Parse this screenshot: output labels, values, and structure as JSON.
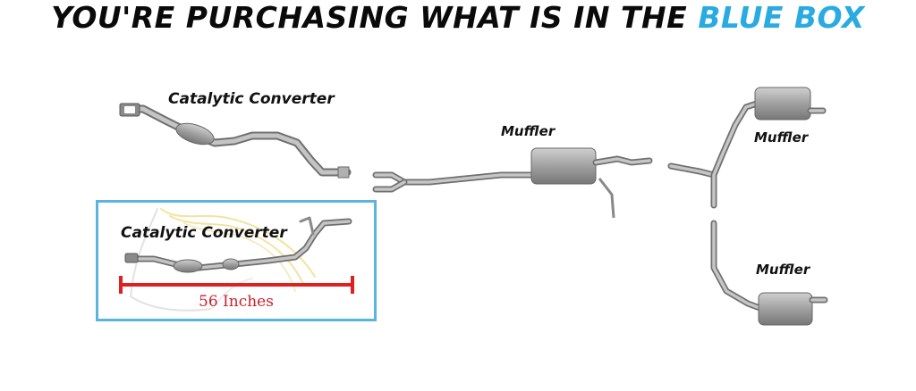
{
  "headline": {
    "text_main": "YOU'RE PURCHASING WHAT IS IN THE ",
    "text_accent": "BLUE BOX",
    "accent_color": "#29abe2"
  },
  "parts": {
    "catalytic_converter_label": "Catalytic Converter",
    "muffler_center_label": "Muffler",
    "muffler_top_right_label": "Muffler",
    "muffler_bottom_right_label": "Muffler"
  },
  "selected_box": {
    "label": "Catalytic Converter",
    "measurement": "56 Inches",
    "border_color": "#5ab4dd",
    "measure_color": "#e02020"
  }
}
